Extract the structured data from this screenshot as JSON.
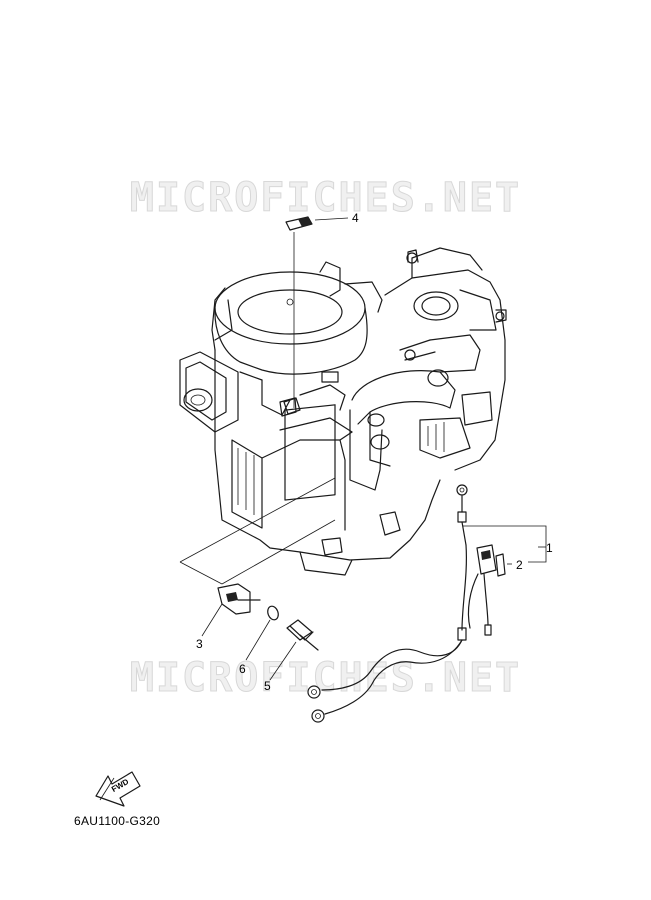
{
  "watermarks": [
    "MICROFICHES.NET",
    "MICROFICHES.NET"
  ],
  "callouts": [
    {
      "id": "1",
      "label": "1"
    },
    {
      "id": "2",
      "label": "2"
    },
    {
      "id": "3",
      "label": "3"
    },
    {
      "id": "4",
      "label": "4"
    },
    {
      "id": "5",
      "label": "5"
    },
    {
      "id": "6",
      "label": "6"
    }
  ],
  "fwd_label": "FWD",
  "figure_code": "6AU1100-G320"
}
